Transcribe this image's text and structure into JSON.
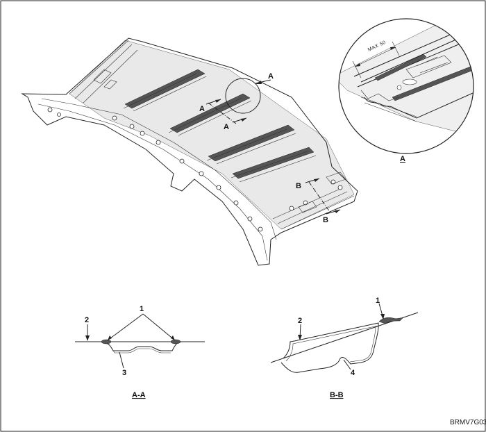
{
  "callouts": {
    "detail": "A",
    "section_a": "A",
    "section_b": "B"
  },
  "detail_a": {
    "title": "A",
    "dimension": "MAX 50"
  },
  "sections": [
    {
      "title": "A-A",
      "labels": [
        "1",
        "2",
        "3"
      ]
    },
    {
      "title": "B-B",
      "labels": [
        "1",
        "2",
        "4"
      ]
    }
  ],
  "figure_code": "BRMV7G03"
}
